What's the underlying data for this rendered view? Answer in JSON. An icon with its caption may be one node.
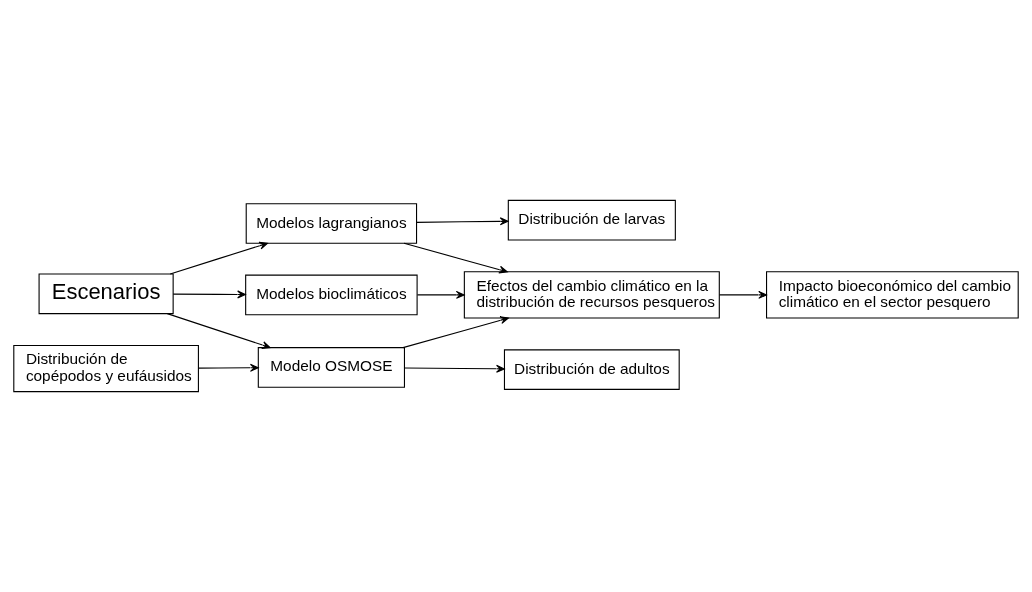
{
  "diagram": {
    "nodes": [
      {
        "text": [
          "Escenarios"
        ]
      },
      {
        "text": [
          "Modelos bioclimáticos"
        ]
      },
      {
        "text": [
          "Modelos lagrangianos"
        ]
      },
      {
        "text": [
          "Distribución de larvas"
        ]
      },
      {
        "text": [
          "Distribución de copépodos y eufáusidos"
        ]
      },
      {
        "text": [
          "Modelo OSMOSE"
        ]
      },
      {
        "text": [
          "Distribución de adultos"
        ]
      },
      {
        "text": [
          "Efectos del cambio climático en la distribución de recursos pesqueros"
        ]
      },
      {
        "text": [
          "Impacto bioeconómico del cambio climático en el sector pesquero"
        ]
      }
    ],
    "edges": [
      {
        "from": 0,
        "to": 1,
        "arrow": "to"
      },
      {
        "from": 0,
        "to": 2,
        "arrow": "to"
      },
      {
        "from": 0,
        "to": 5,
        "arrow": "to"
      },
      {
        "from": 1,
        "to": 7,
        "arrow": "to"
      },
      {
        "from": 2,
        "to": 7,
        "arrow": "to"
      },
      {
        "from": 2,
        "to": 3,
        "arrow": "to"
      },
      {
        "from": 4,
        "to": 5,
        "arrow": "to"
      },
      {
        "from": 5,
        "to": 7,
        "arrow": "to"
      },
      {
        "from": 5,
        "to": 6,
        "arrow": "to"
      },
      {
        "from": 7,
        "to": 8,
        "arrow": "to"
      }
    ]
  }
}
